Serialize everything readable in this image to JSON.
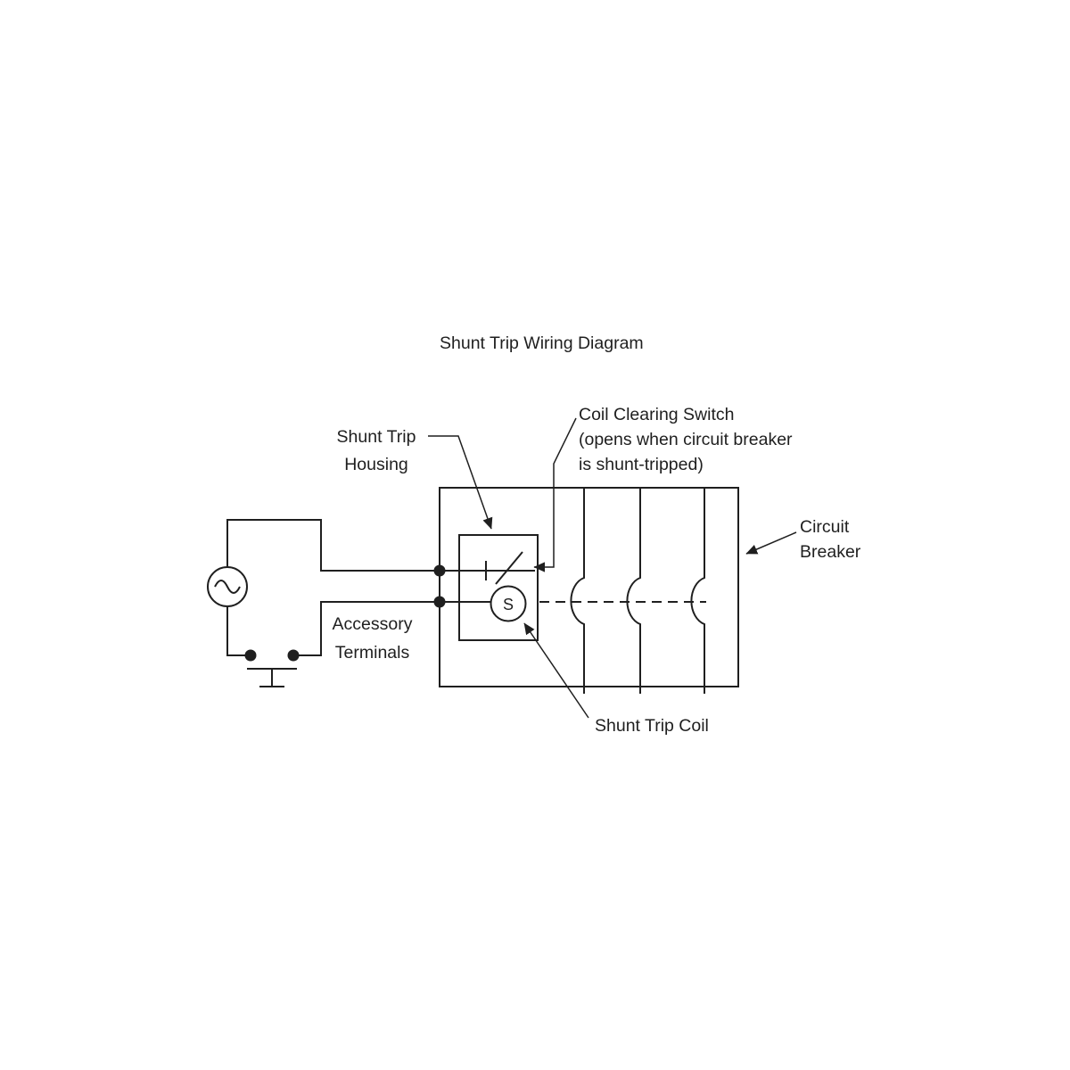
{
  "diagram": {
    "title": "Shunt Trip Wiring Diagram",
    "labels": {
      "shunt_trip_housing_1": "Shunt Trip",
      "shunt_trip_housing_2": "Housing",
      "coil_clearing_switch_1": "Coil Clearing Switch",
      "coil_clearing_switch_2": "(opens when circuit breaker",
      "coil_clearing_switch_3": "is shunt-tripped)",
      "circuit_breaker_1": "Circuit",
      "circuit_breaker_2": "Breaker",
      "accessory_terminals_1": "Accessory",
      "accessory_terminals_2": "Terminals",
      "shunt_trip_coil": "Shunt Trip Coil",
      "coil_letter": "S"
    },
    "colors": {
      "line": "#1f1f1f",
      "background": "#ffffff"
    }
  }
}
